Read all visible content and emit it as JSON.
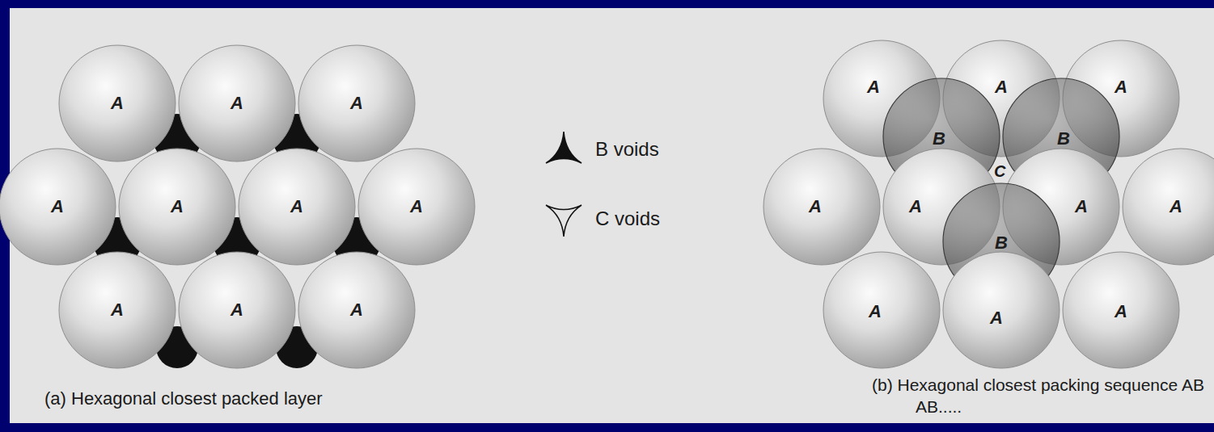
{
  "diagram": {
    "nodes": [
      {
        "text": [
          "A"
        ]
      },
      {
        "text": [
          "A"
        ]
      },
      {
        "text": [
          "A"
        ]
      },
      {
        "text": [
          "A"
        ]
      },
      {
        "text": [
          "A"
        ]
      },
      {
        "text": [
          "A"
        ]
      },
      {
        "text": [
          "A"
        ]
      },
      {
        "text": [
          "A"
        ]
      },
      {
        "text": [
          "A"
        ]
      },
      {
        "text": [
          "A"
        ]
      },
      {
        "text": [
          "A"
        ]
      },
      {
        "text": [
          "A"
        ]
      },
      {
        "text": [
          "A"
        ]
      },
      {
        "text": [
          "B"
        ]
      },
      {
        "text": [
          "B"
        ]
      },
      {
        "text": [
          "A"
        ]
      },
      {
        "text": [
          "A"
        ]
      },
      {
        "text": [
          "A"
        ]
      },
      {
        "text": [
          "A"
        ]
      },
      {
        "text": [
          "B"
        ]
      },
      {
        "text": [
          "A"
        ]
      },
      {
        "text": [
          "A"
        ]
      },
      {
        "text": [
          "A"
        ]
      }
    ],
    "labels": [
      "(a) Hexagonal closest packed layer",
      "C",
      "(b) Hexagonal closest packing sequence AB AB....."
    ],
    "legend": [
      {
        "text": "B voids"
      },
      {
        "text": "C voids"
      }
    ]
  }
}
